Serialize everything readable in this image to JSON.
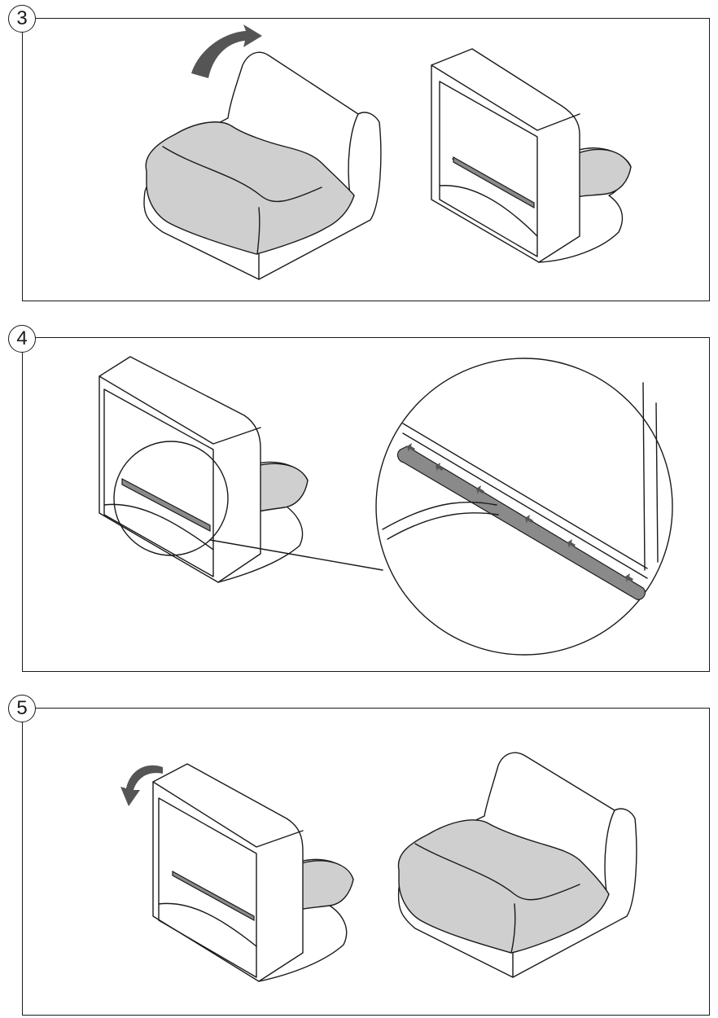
{
  "steps": [
    {
      "number": "3"
    },
    {
      "number": "4"
    },
    {
      "number": "5"
    }
  ]
}
